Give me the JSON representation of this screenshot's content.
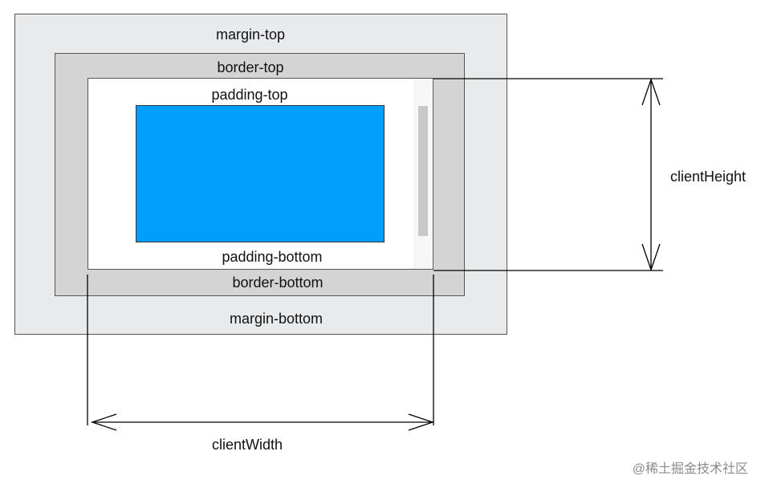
{
  "labels": {
    "margin_top": "margin-top",
    "border_top": "border-top",
    "padding_top": "padding-top",
    "padding_bottom": "padding-bottom",
    "border_bottom": "border-bottom",
    "margin_bottom": "margin-bottom",
    "client_height": "clientHeight",
    "client_width": "clientWidth"
  },
  "watermark": "@稀土掘金技术社区",
  "colors": {
    "margin_fill": "#e9eaec",
    "border_fill": "#d4d4d4",
    "padding_fill": "#ffffff",
    "content_fill": "#009ffc",
    "scrollbar_thumb": "#c8c8c8",
    "line": "#000000"
  }
}
